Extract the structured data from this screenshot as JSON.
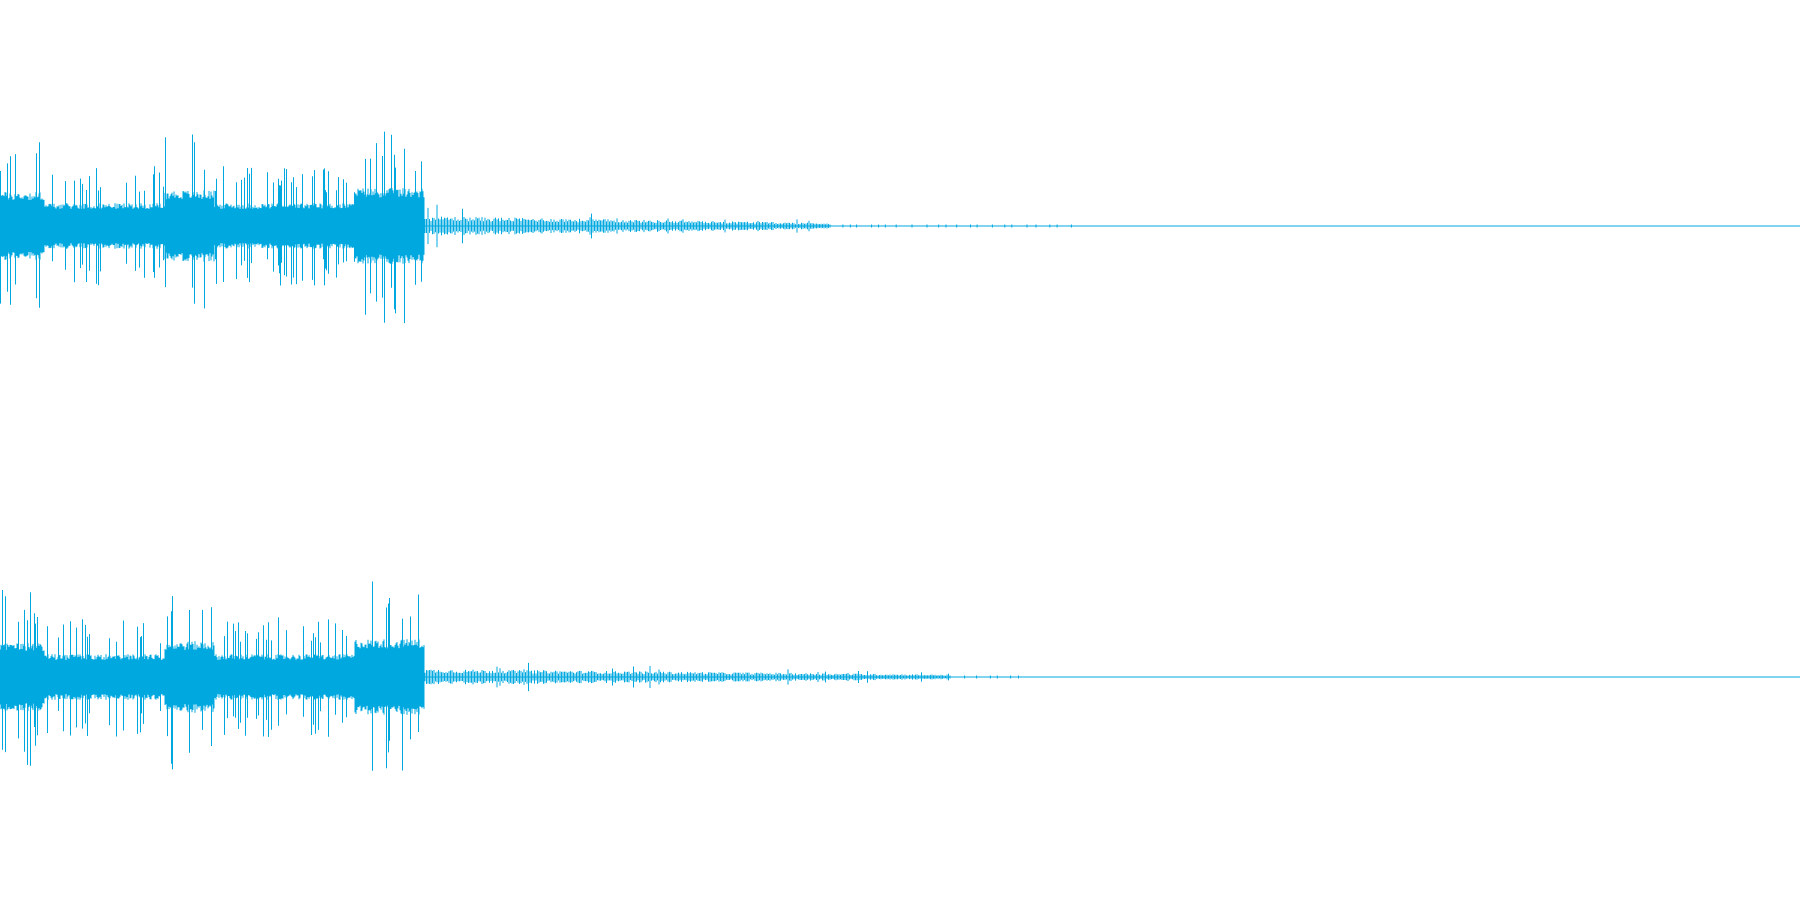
{
  "waveform": {
    "color": "#00a8e0",
    "channel_count": 2,
    "channels": [
      {
        "segments": [
          {
            "kind": "burst",
            "start": 0.0,
            "end": 0.045,
            "level": 0.45
          },
          {
            "kind": "burst",
            "start": 0.045,
            "end": 0.165,
            "level": 0.3
          },
          {
            "kind": "burst",
            "start": 0.165,
            "end": 0.215,
            "level": 0.47
          },
          {
            "kind": "burst",
            "start": 0.215,
            "end": 0.355,
            "level": 0.3
          },
          {
            "kind": "burst",
            "start": 0.355,
            "end": 0.425,
            "level": 0.5
          },
          {
            "kind": "tail",
            "start": 0.425,
            "end": 0.83,
            "level": 0.05
          },
          {
            "kind": "sparse",
            "start": 0.83,
            "end": 1.08,
            "level": 0.01
          },
          {
            "kind": "silence",
            "start": 1.08,
            "end": 1.8,
            "level": 0.0
          }
        ]
      },
      {
        "segments": [
          {
            "kind": "burst",
            "start": 0.0,
            "end": 0.045,
            "level": 0.45
          },
          {
            "kind": "burst",
            "start": 0.045,
            "end": 0.165,
            "level": 0.3
          },
          {
            "kind": "burst",
            "start": 0.165,
            "end": 0.215,
            "level": 0.47
          },
          {
            "kind": "burst",
            "start": 0.215,
            "end": 0.355,
            "level": 0.3
          },
          {
            "kind": "burst",
            "start": 0.355,
            "end": 0.425,
            "level": 0.5
          },
          {
            "kind": "tail",
            "start": 0.425,
            "end": 0.95,
            "level": 0.04
          },
          {
            "kind": "sparse",
            "start": 0.95,
            "end": 1.02,
            "level": 0.01
          },
          {
            "kind": "silence",
            "start": 1.02,
            "end": 1.8,
            "level": 0.0
          }
        ]
      }
    ]
  }
}
